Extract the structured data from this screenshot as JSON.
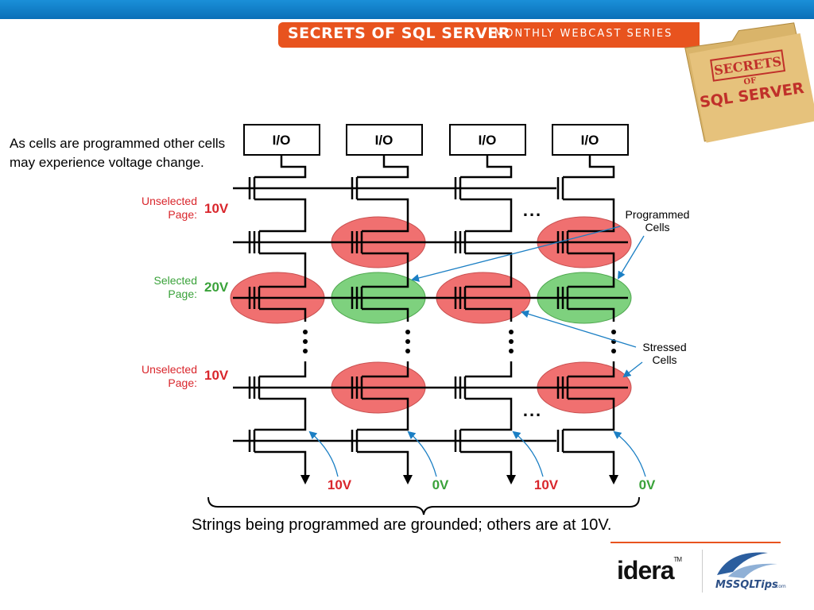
{
  "header": {
    "series_title": "SECRETS OF SQL SERVER",
    "series_subtitle": "MONTHLY WEBCAST SERIES",
    "folder_logo_line1": "SECRETS",
    "folder_logo_line2": "OF",
    "folder_logo_line3": "SQL SERVER"
  },
  "body_text": "As cells are programmed other cells may experience voltage change.",
  "diagram": {
    "io_labels": [
      "I/O",
      "I/O",
      "I/O",
      "I/O"
    ],
    "page_labels": [
      {
        "line1": "Unselected",
        "line2": "Page:",
        "voltage": "10V",
        "color": "#d9262c"
      },
      {
        "line1": "Selected",
        "line2": "Page:",
        "voltage": "20V",
        "color": "#3aa23a"
      },
      {
        "line1": "Unselected",
        "line2": "Page:",
        "voltage": "10V",
        "color": "#d9262c"
      }
    ],
    "callouts": {
      "programmed_line1": "Programmed",
      "programmed_line2": "Cells",
      "stressed_line1": "Stressed",
      "stressed_line2": "Cells"
    },
    "bottom_voltages": [
      {
        "text": "10V",
        "color": "#d9262c"
      },
      {
        "text": "0V",
        "color": "#3aa23a"
      },
      {
        "text": "10V",
        "color": "#d9262c"
      },
      {
        "text": "0V",
        "color": "#3aa23a"
      }
    ],
    "ellipsis": "...",
    "colors": {
      "programmed": "#f07070",
      "stressed_green": "#7ed17e",
      "arrow": "#1b7fc4"
    }
  },
  "caption": "Strings being programmed are grounded; others are at 10V.",
  "footer": {
    "idera_logo": "idera",
    "idera_tm": "TM",
    "mssqltips_logo": "MSSQLTips",
    "mssqltips_domain": ".com"
  }
}
